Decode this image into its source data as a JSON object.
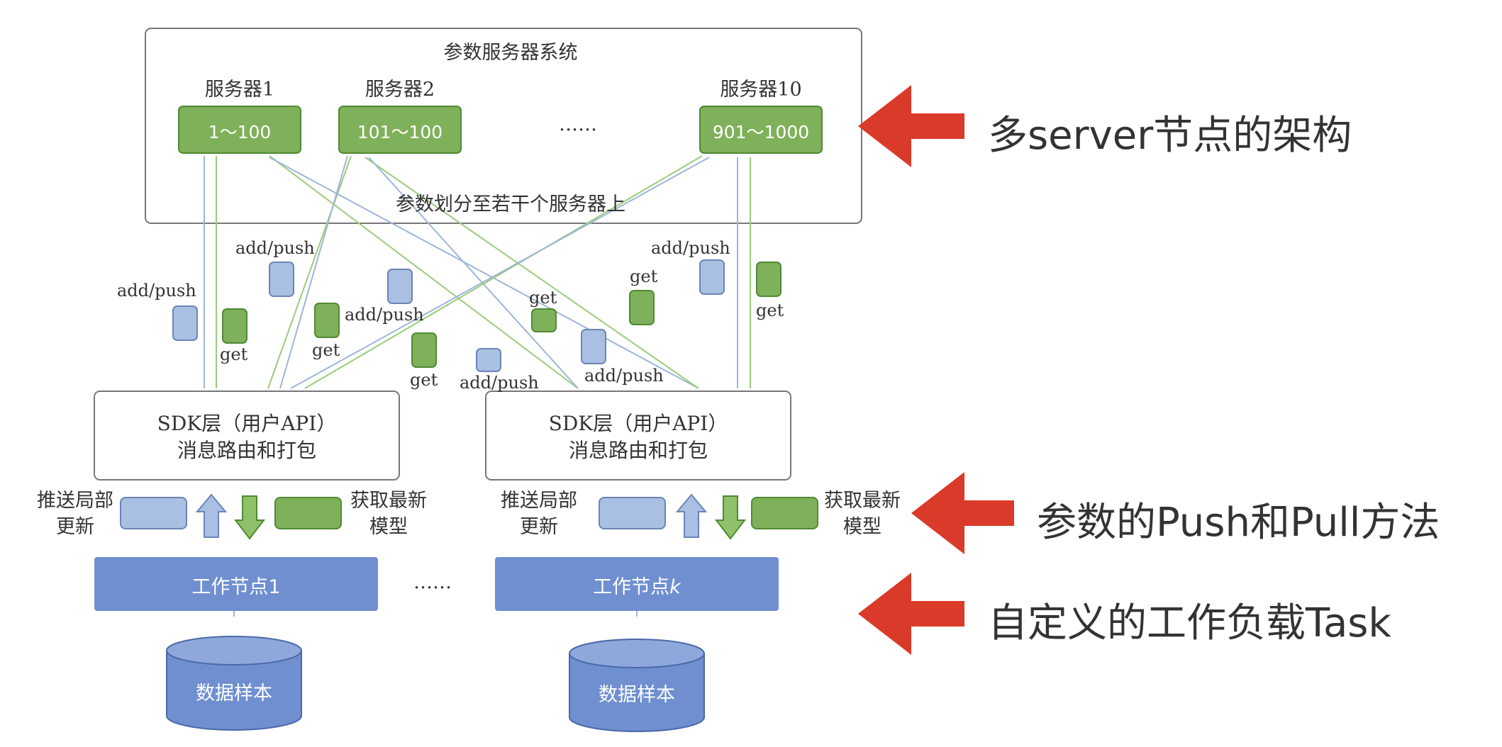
{
  "ps_system": {
    "title": "参数服务器系统",
    "servers": [
      {
        "name": "服务器1",
        "range": "1～100"
      },
      {
        "name": "服务器2",
        "range": "101～100"
      },
      {
        "name": "服务器10",
        "range": "901～1000"
      }
    ],
    "ellipsis": "……",
    "partition_caption": "参数划分至若干个服务器上"
  },
  "messages": {
    "add_push": "add/push",
    "get": "get"
  },
  "sdk_layers": [
    {
      "line1": "SDK层（用户API）",
      "line2": "消息路由和打包"
    },
    {
      "line1": "SDK层（用户API）",
      "line2": "消息路由和打包"
    }
  ],
  "ops": {
    "push_label": [
      "推送局部",
      "更新"
    ],
    "pull_label": [
      "获取最新",
      "模型"
    ]
  },
  "workers": [
    {
      "name": "工作节点1"
    },
    {
      "name": "工作节点",
      "suffix": "k"
    }
  ],
  "workers_ellipsis": "……",
  "data_samples": [
    {
      "label": "数据样本"
    },
    {
      "label": "数据样本"
    }
  ],
  "annotations": [
    {
      "text": "多server节点的架构"
    },
    {
      "text": "参数的Push和Pull方法"
    },
    {
      "text": "自定义的工作负载Task"
    }
  ],
  "colors": {
    "green": "#7fb15a",
    "green_dark": "#4f8a33",
    "blue_box": "#a9c0e2",
    "blue_dark": "#6a85b8",
    "worker_blue": "#6f8fd0",
    "red_arrow": "#d93a2a",
    "line_green": "#9ccc7a",
    "line_blue": "#9db5d8"
  }
}
